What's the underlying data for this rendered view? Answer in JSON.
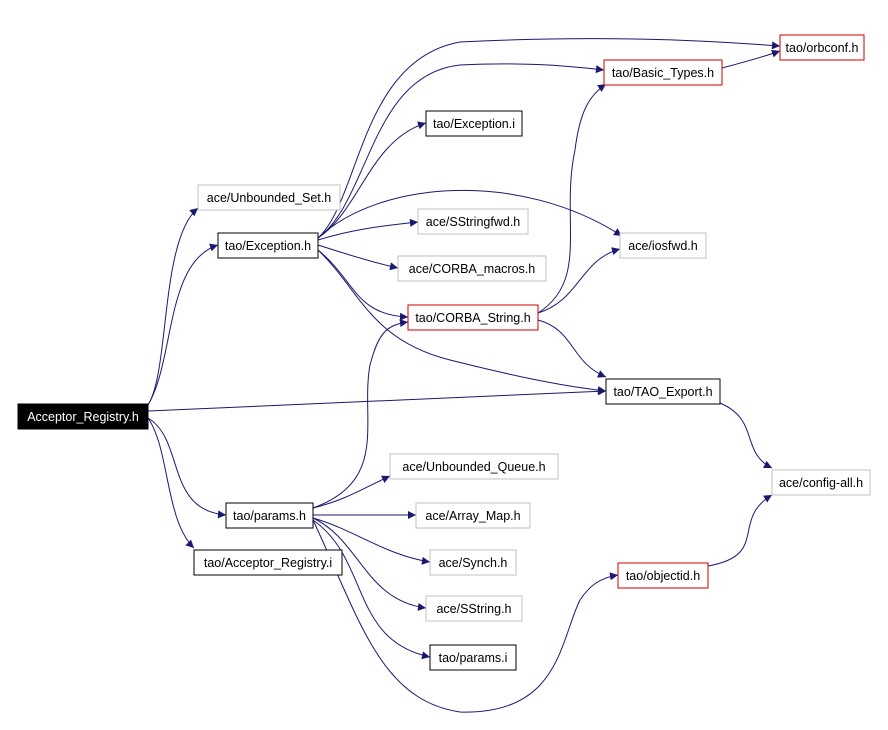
{
  "colors": {
    "edge": "#191970",
    "border_normal": "#000000",
    "border_truncated": "#cc0000",
    "border_external": "#c0c0c0",
    "root_fill": "#000000",
    "root_text": "#ffffff",
    "text": "#000000"
  },
  "nodes": {
    "acceptor_registry_h": {
      "label": "Acceptor_Registry.h",
      "style": "root"
    },
    "ace_unbounded_set_h": {
      "label": "ace/Unbounded_Set.h",
      "style": "external"
    },
    "tao_exception_h": {
      "label": "tao/Exception.h",
      "style": "normal"
    },
    "tao_exception_i": {
      "label": "tao/Exception.i",
      "style": "normal"
    },
    "tao_basic_types_h": {
      "label": "tao/Basic_Types.h",
      "style": "truncated"
    },
    "tao_orbconf_h": {
      "label": "tao/orbconf.h",
      "style": "truncated"
    },
    "ace_sstringfwd_h": {
      "label": "ace/SStringfwd.h",
      "style": "external"
    },
    "ace_iosfwd_h": {
      "label": "ace/iosfwd.h",
      "style": "external"
    },
    "ace_corba_macros_h": {
      "label": "ace/CORBA_macros.h",
      "style": "external"
    },
    "tao_corba_string_h": {
      "label": "tao/CORBA_String.h",
      "style": "truncated"
    },
    "tao_tao_export_h": {
      "label": "tao/TAO_Export.h",
      "style": "normal"
    },
    "ace_config_all_h": {
      "label": "ace/config-all.h",
      "style": "external"
    },
    "ace_unbounded_queue_h": {
      "label": "ace/Unbounded_Queue.h",
      "style": "external"
    },
    "tao_params_h": {
      "label": "tao/params.h",
      "style": "normal"
    },
    "ace_array_map_h": {
      "label": "ace/Array_Map.h",
      "style": "external"
    },
    "tao_acceptor_registry_i": {
      "label": "tao/Acceptor_Registry.i",
      "style": "normal"
    },
    "ace_synch_h": {
      "label": "ace/Synch.h",
      "style": "external"
    },
    "tao_objectid_h": {
      "label": "tao/objectid.h",
      "style": "truncated"
    },
    "ace_sstring_h": {
      "label": "ace/SString.h",
      "style": "external"
    },
    "tao_params_i": {
      "label": "tao/params.i",
      "style": "normal"
    }
  },
  "edges": [
    {
      "from": "acceptor_registry_h",
      "to": "ace_unbounded_set_h"
    },
    {
      "from": "acceptor_registry_h",
      "to": "tao_exception_h"
    },
    {
      "from": "acceptor_registry_h",
      "to": "tao_tao_export_h"
    },
    {
      "from": "acceptor_registry_h",
      "to": "tao_params_h"
    },
    {
      "from": "acceptor_registry_h",
      "to": "tao_acceptor_registry_i"
    },
    {
      "from": "tao_exception_h",
      "to": "tao_orbconf_h"
    },
    {
      "from": "tao_exception_h",
      "to": "tao_basic_types_h"
    },
    {
      "from": "tao_exception_h",
      "to": "tao_exception_i"
    },
    {
      "from": "tao_exception_h",
      "to": "ace_iosfwd_h"
    },
    {
      "from": "tao_exception_h",
      "to": "ace_sstringfwd_h"
    },
    {
      "from": "tao_exception_h",
      "to": "ace_corba_macros_h"
    },
    {
      "from": "tao_exception_h",
      "to": "tao_corba_string_h"
    },
    {
      "from": "tao_exception_h",
      "to": "tao_tao_export_h"
    },
    {
      "from": "tao_basic_types_h",
      "to": "tao_orbconf_h"
    },
    {
      "from": "tao_corba_string_h",
      "to": "tao_basic_types_h"
    },
    {
      "from": "tao_corba_string_h",
      "to": "ace_iosfwd_h"
    },
    {
      "from": "tao_corba_string_h",
      "to": "tao_tao_export_h"
    },
    {
      "from": "tao_tao_export_h",
      "to": "ace_config_all_h"
    },
    {
      "from": "tao_objectid_h",
      "to": "ace_config_all_h"
    },
    {
      "from": "tao_params_h",
      "to": "tao_corba_string_h"
    },
    {
      "from": "tao_params_h",
      "to": "ace_unbounded_queue_h"
    },
    {
      "from": "tao_params_h",
      "to": "ace_array_map_h"
    },
    {
      "from": "tao_params_h",
      "to": "ace_synch_h"
    },
    {
      "from": "tao_params_h",
      "to": "ace_sstring_h"
    },
    {
      "from": "tao_params_h",
      "to": "tao_params_i"
    },
    {
      "from": "tao_params_h",
      "to": "tao_objectid_h"
    }
  ]
}
